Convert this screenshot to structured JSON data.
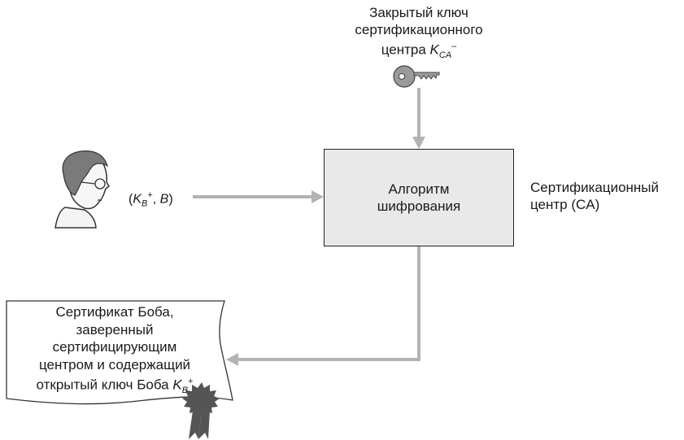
{
  "key": {
    "line1": "Закрытый ключ",
    "line2": "сертификационного",
    "line3_prefix": "центра ",
    "symbol": "K",
    "subscript": "CA",
    "superscript": "–"
  },
  "algorithm_box": {
    "line1": "Алгоритм",
    "line2": "шифрования"
  },
  "ca_label": {
    "line1": "Сертификационный",
    "line2": "центр (CA)"
  },
  "input": {
    "open_paren": "(",
    "symbol": "K",
    "subscript": "B",
    "superscript": "+",
    "separator": ", ",
    "identity": "B",
    "close_paren": ")"
  },
  "certificate": {
    "line1": "Сертификат Боба,",
    "line2": "заверенный",
    "line3": "сертифицирующим",
    "line4": "центром и содержащий",
    "line5_prefix": "открытый ключ Боба ",
    "symbol": "K",
    "subscript": "B",
    "superscript": "+"
  },
  "colors": {
    "arrow": "#b3b3b3",
    "box_fill": "#e9e9e9",
    "seal": "#555555"
  }
}
